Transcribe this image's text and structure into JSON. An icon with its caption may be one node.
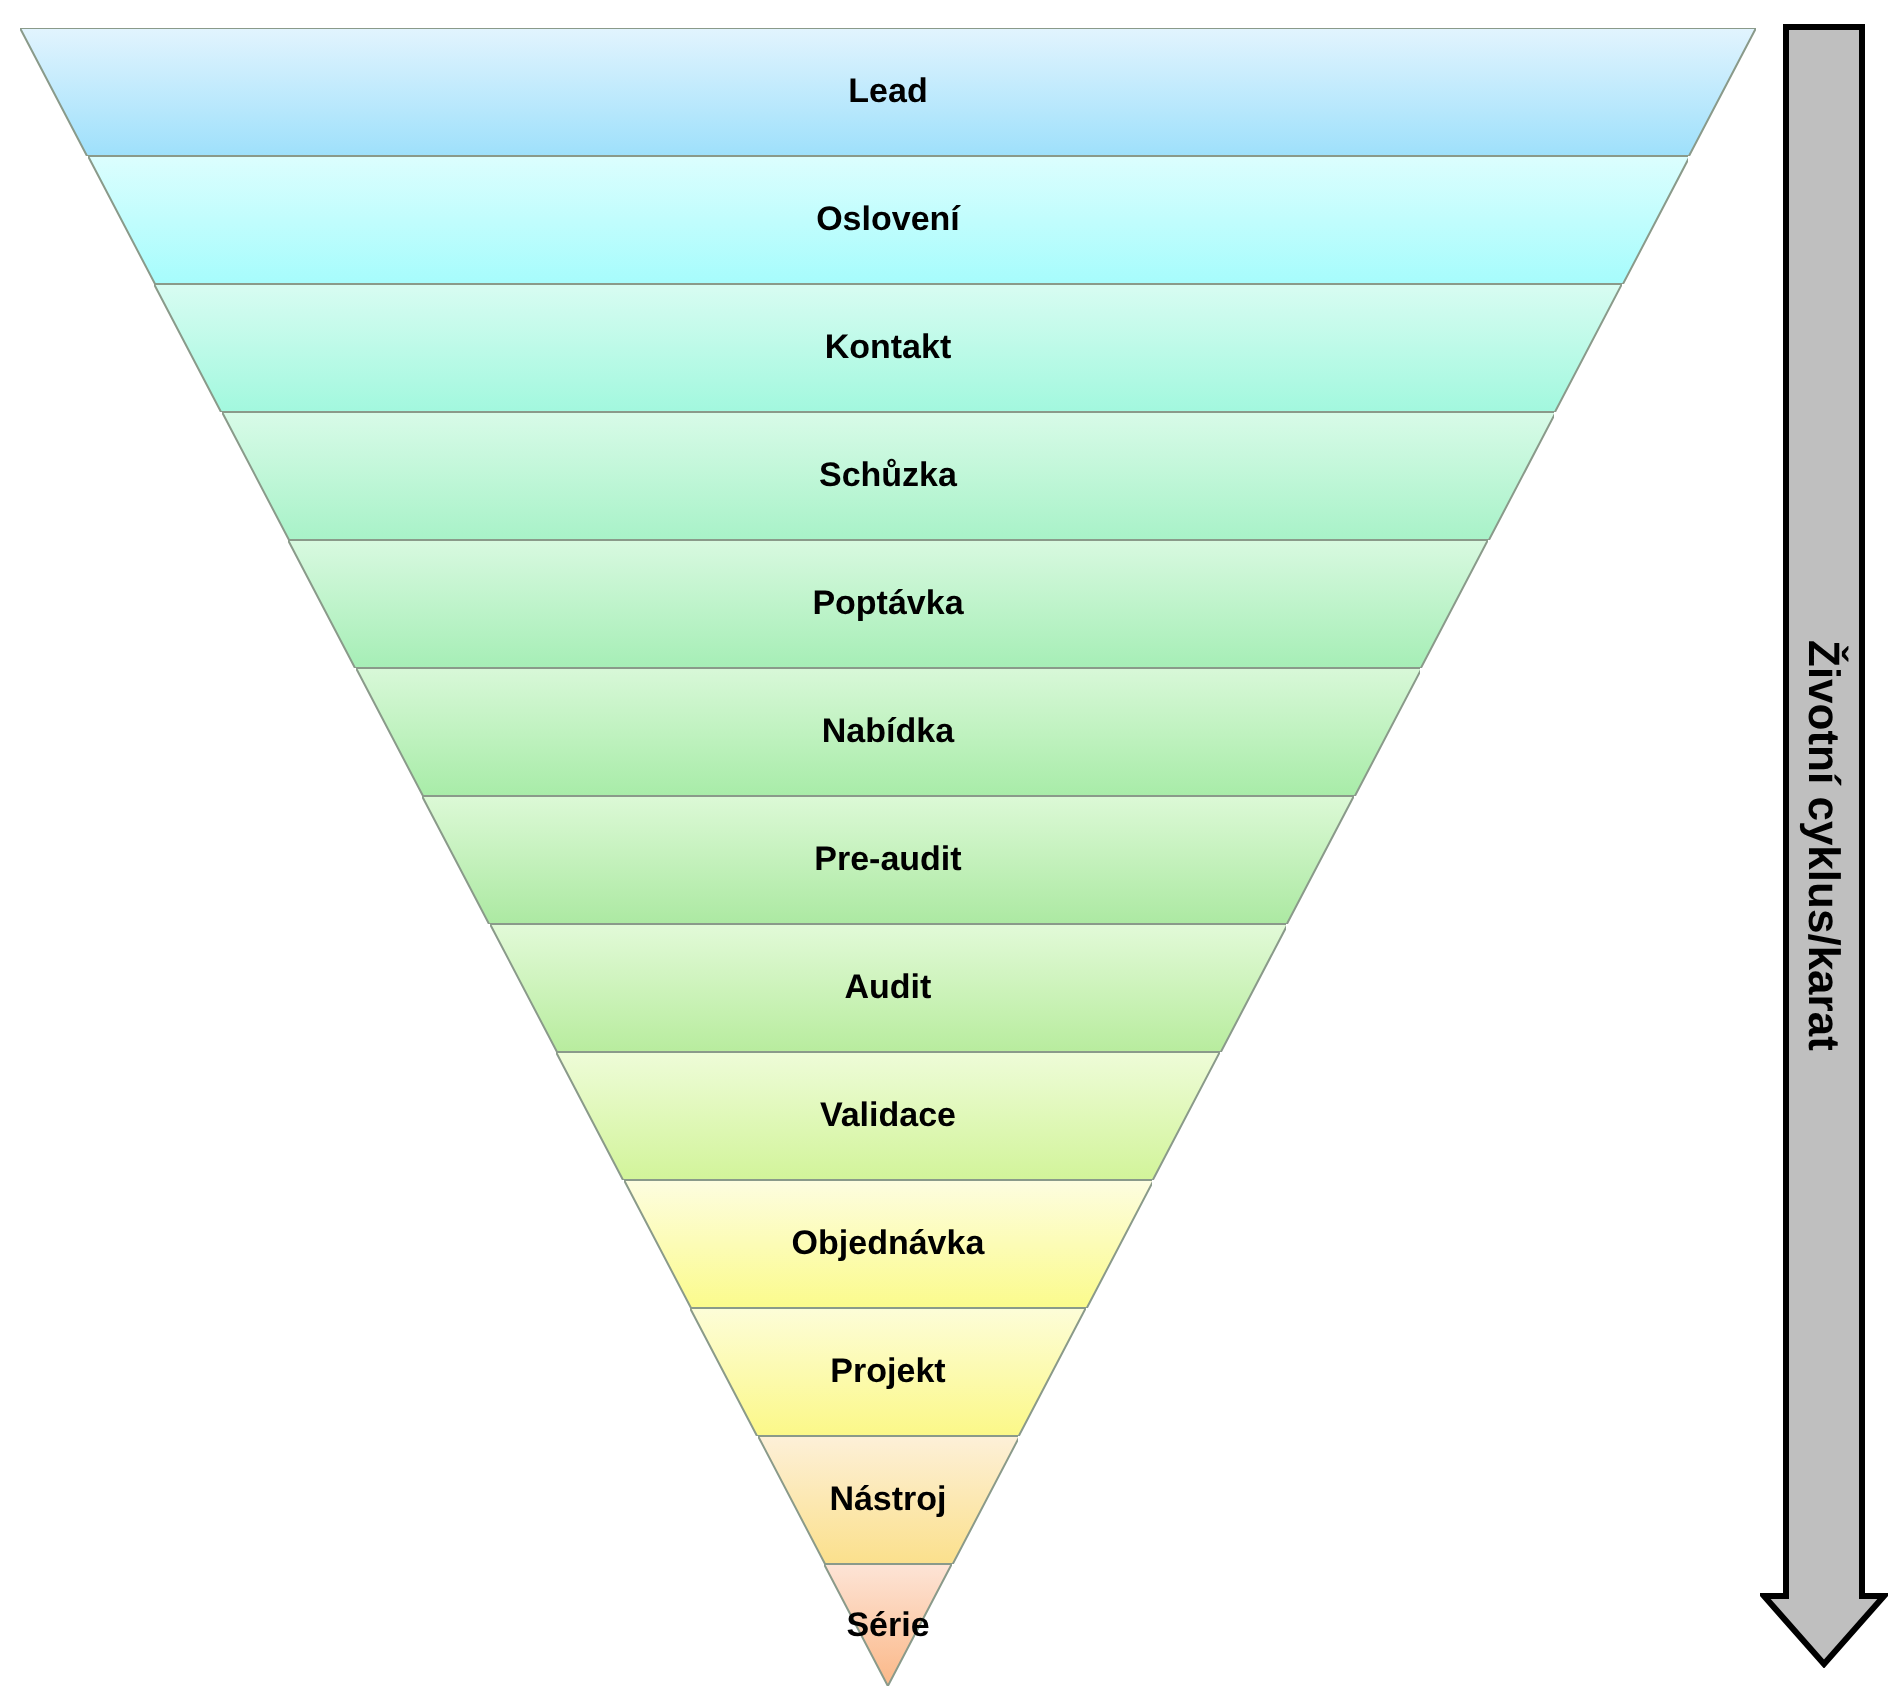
{
  "diagram": {
    "nodes": [
      {
        "text": [
          "Lead"
        ]
      },
      {
        "text": [
          "Oslovení"
        ]
      },
      {
        "text": [
          "Kontakt"
        ]
      },
      {
        "text": [
          "Schůzka"
        ]
      },
      {
        "text": [
          "Poptávka"
        ]
      },
      {
        "text": [
          "Nabídka"
        ]
      },
      {
        "text": [
          "Pre-audit"
        ]
      },
      {
        "text": [
          "Audit"
        ]
      },
      {
        "text": [
          "Validace"
        ]
      },
      {
        "text": [
          "Objednávka"
        ]
      },
      {
        "text": [
          "Projekt"
        ]
      },
      {
        "text": [
          "Nástroj"
        ]
      },
      {
        "text": [
          "Série"
        ]
      },
      {
        "text": [
          "Životní cyklus/karat"
        ]
      }
    ]
  }
}
